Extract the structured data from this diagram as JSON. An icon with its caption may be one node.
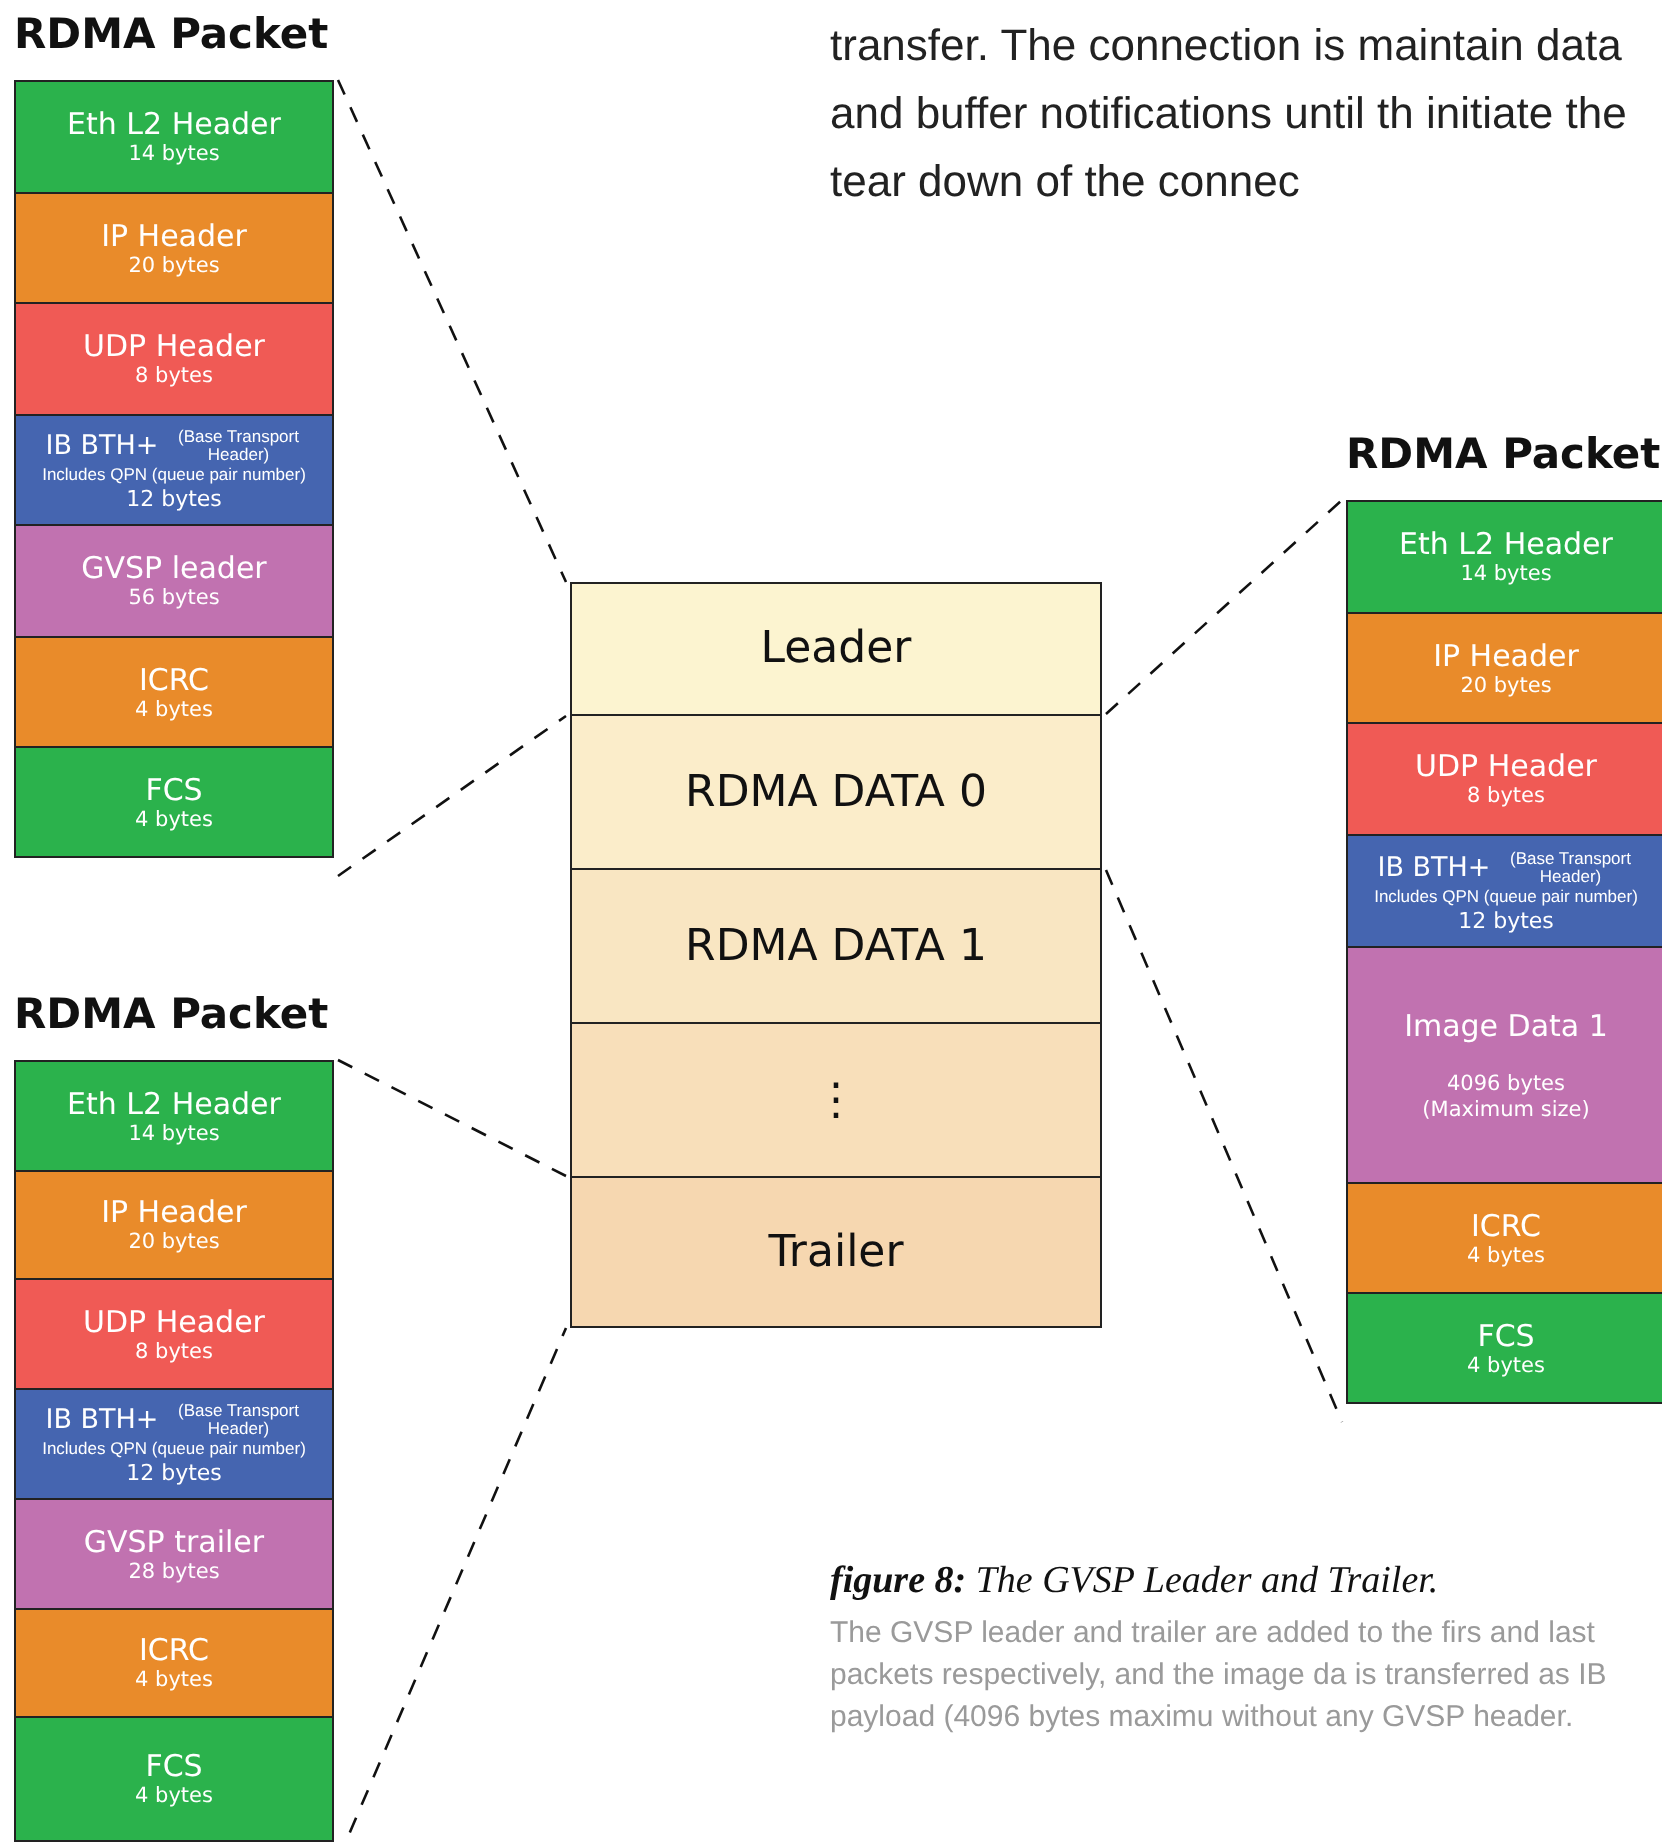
{
  "diagram": {
    "caption": "**figure 8:** The GVSP Leader and Trailer.",
    "nodes": [
      {
        "text": [
          "RDMA Packet"
        ]
      },
      {
        "text": [
          "Eth L2 Header",
          "14 bytes"
        ],
        "in": 0
      },
      {
        "text": [
          "IP Header",
          "20 bytes"
        ],
        "in": 0
      },
      {
        "text": [
          "UDP Header",
          "8 bytes"
        ],
        "in": 0
      },
      {
        "text": [
          "IB BTH+",
          "(Base Transport Header)",
          "Includes QPN (queue pair number)",
          "12 bytes"
        ],
        "in": 0
      },
      {
        "text": [
          "GVSP leader",
          "56 bytes"
        ],
        "in": 0
      },
      {
        "text": [
          "ICRC",
          "4 bytes"
        ],
        "in": 0
      },
      {
        "text": [
          "FCS",
          "4 bytes"
        ],
        "in": 0
      },
      {
        "text": [
          "Leader"
        ]
      },
      {
        "text": [
          "RDMA DATA 0"
        ]
      },
      {
        "text": [
          "RDMA DATA 1"
        ]
      },
      {
        "text": [
          "⋮"
        ]
      },
      {
        "text": [
          "Trailer"
        ]
      },
      {
        "text": [
          "RDMA Packet"
        ]
      },
      {
        "text": [
          "Eth L2 Header",
          "14 bytes"
        ],
        "in": 13
      },
      {
        "text": [
          "IP Header",
          "20 bytes"
        ],
        "in": 13
      },
      {
        "text": [
          "UDP Header",
          "8 bytes"
        ],
        "in": 13
      },
      {
        "text": [
          "IB BTH+",
          "(Base Transport Header)",
          "Includes QPN (queue pair number)",
          "12 bytes"
        ],
        "in": 13
      },
      {
        "text": [
          "Image Data 1",
          "4096 bytes (Maximum size)"
        ],
        "in": 13
      },
      {
        "text": [
          "ICRC",
          "4 bytes"
        ],
        "in": 13
      },
      {
        "text": [
          "FCS",
          "4 bytes"
        ],
        "in": 13
      },
      {
        "text": [
          "RDMA Packet"
        ]
      },
      {
        "text": [
          "Eth L2 Header",
          "14 bytes"
        ],
        "in": 21
      },
      {
        "text": [
          "IP Header",
          "20 bytes"
        ],
        "in": 21
      },
      {
        "text": [
          "UDP Header",
          "8 bytes"
        ],
        "in": 21
      },
      {
        "text": [
          "IB BTH+",
          "(Base Transport Header)",
          "Includes QPN (queue pair number)",
          "12 bytes"
        ],
        "in": 21
      },
      {
        "text": [
          "GVSP trailer",
          "28 bytes"
        ],
        "in": 21
      },
      {
        "text": [
          "ICRC",
          "4 bytes"
        ],
        "in": 21
      },
      {
        "text": [
          "FCS",
          "4 bytes"
        ],
        "in": 21
      }
    ],
    "edges": [
      {
        "from": 0,
        "to": 8,
        "arrow": "none",
        "style": "dashed"
      },
      {
        "from": 0,
        "to": 8,
        "arrow": "none",
        "style": "dashed"
      },
      {
        "from": 9,
        "to": 13,
        "arrow": "none",
        "style": "dashed"
      },
      {
        "from": 9,
        "to": 13,
        "arrow": "none",
        "style": "dashed"
      },
      {
        "from": 21,
        "to": 12,
        "arrow": "none",
        "style": "dashed"
      },
      {
        "from": 21,
        "to": 12,
        "arrow": "none",
        "style": "dashed"
      }
    ],
    "labels": [
      "transfer. The connection is maintain data and buffer notifications until th initiate the tear down of the connec",
      "The GVSP leader and trailer are added to the firs and last packets respectively, and the image da is transferred as IB payload (4096 bytes maximu without any GVSP header."
    ]
  }
}
